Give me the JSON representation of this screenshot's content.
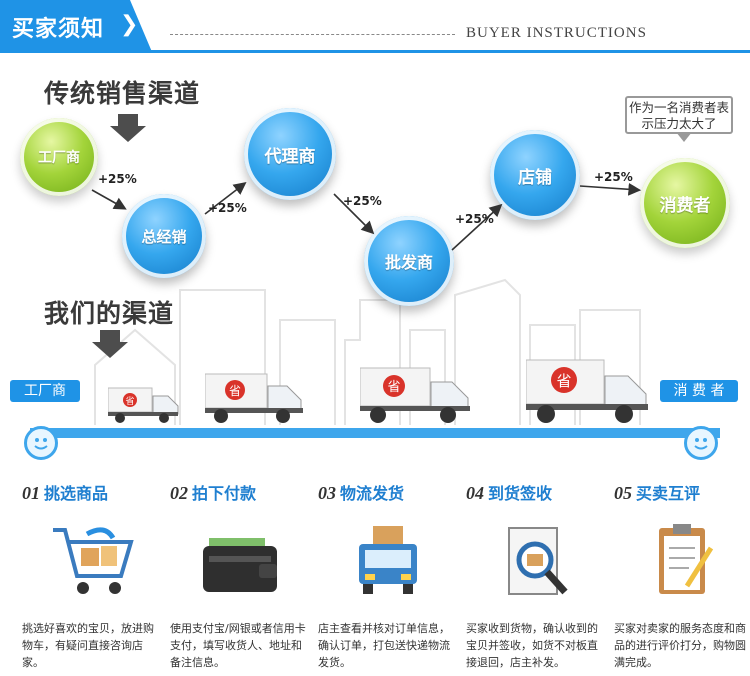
{
  "header": {
    "title": "买家须知",
    "arrow": "❯",
    "subtitle": "BUYER  INSTRUCTIONS"
  },
  "traditional": {
    "title": "传统销售渠道",
    "nodes": {
      "factory": "工厂商",
      "distributor": "总经销",
      "agent": "代理商",
      "wholesaler": "批发商",
      "store": "店铺",
      "consumer": "消费者"
    },
    "markups": [
      "+25%",
      "+25%",
      "+25%",
      "+25%",
      "+25%"
    ],
    "speech": "作为一名消费者表示压力太大了"
  },
  "ours": {
    "title": "我们的渠道",
    "start": "工厂商",
    "end": "消 费 者",
    "truck_mark": "省"
  },
  "steps": [
    {
      "num": "01",
      "title": "挑选商品",
      "text": "挑选好喜欢的宝贝，放进购物车，有疑问直接咨询店家。"
    },
    {
      "num": "02",
      "title": "拍下付款",
      "text": "使用支付宝/网银或者信用卡支付，填写收货人、地址和备注信息。"
    },
    {
      "num": "03",
      "title": "物流发货",
      "text": "店主查看并核对订单信息，确认订单，打包送快递物流发货。"
    },
    {
      "num": "04",
      "title": "到货签收",
      "text": "买家收到货物，确认收到的宝贝并签收，如货不对板直接退回，店主补发。"
    },
    {
      "num": "05",
      "title": "买卖互评",
      "text": "买家对卖家的服务态度和商品的进行评价打分，购物圆满完成。"
    }
  ],
  "colors": {
    "accent": "#1f93e6",
    "bubble_blue": "#35a7ee",
    "bubble_green": "#a3d43a"
  }
}
